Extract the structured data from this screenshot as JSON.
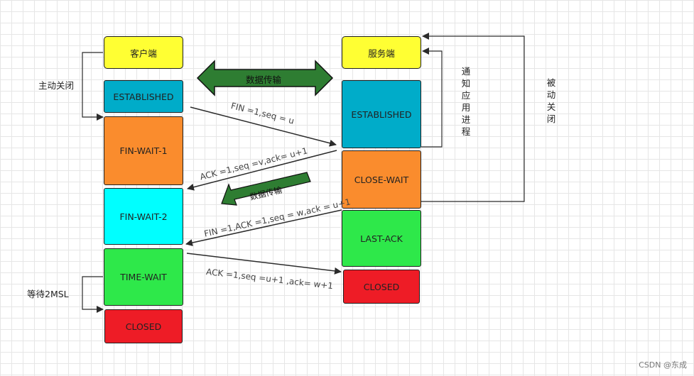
{
  "client": {
    "title": "客户端",
    "states": [
      "ESTABLISHED",
      "FIN-WAIT-1",
      "FIN-WAIT-2",
      "TIME-WAIT",
      "CLOSED"
    ],
    "active_close_label": "主动关闭",
    "wait_label": "等待2MSL"
  },
  "server": {
    "title": "服务端",
    "states": [
      "ESTABLISHED",
      "CLOSE-WAIT",
      "LAST-ACK",
      "CLOSED"
    ],
    "notify_label": "通知应用进程",
    "passive_close_label": "被动关闭"
  },
  "data_transfer_label": "数据传输",
  "data_transfer_label_2": "数据传输",
  "messages": [
    "FIN =1,seq = u",
    "ACK =1,seq =v,ack= u+1",
    "FIN =1,ACK =1,seq = w,ack = u+1",
    "ACK =1,seq =u+1 ,ack= w+1"
  ],
  "watermark": "CSDN @东成",
  "colors": {
    "yellow": "#ffff33",
    "teal": "#00acc9",
    "orange": "#fa8c2d",
    "cyan": "#00ffff",
    "green": "#2ee84a",
    "red": "#ee1c26",
    "dark_green": "#2e7d32"
  }
}
